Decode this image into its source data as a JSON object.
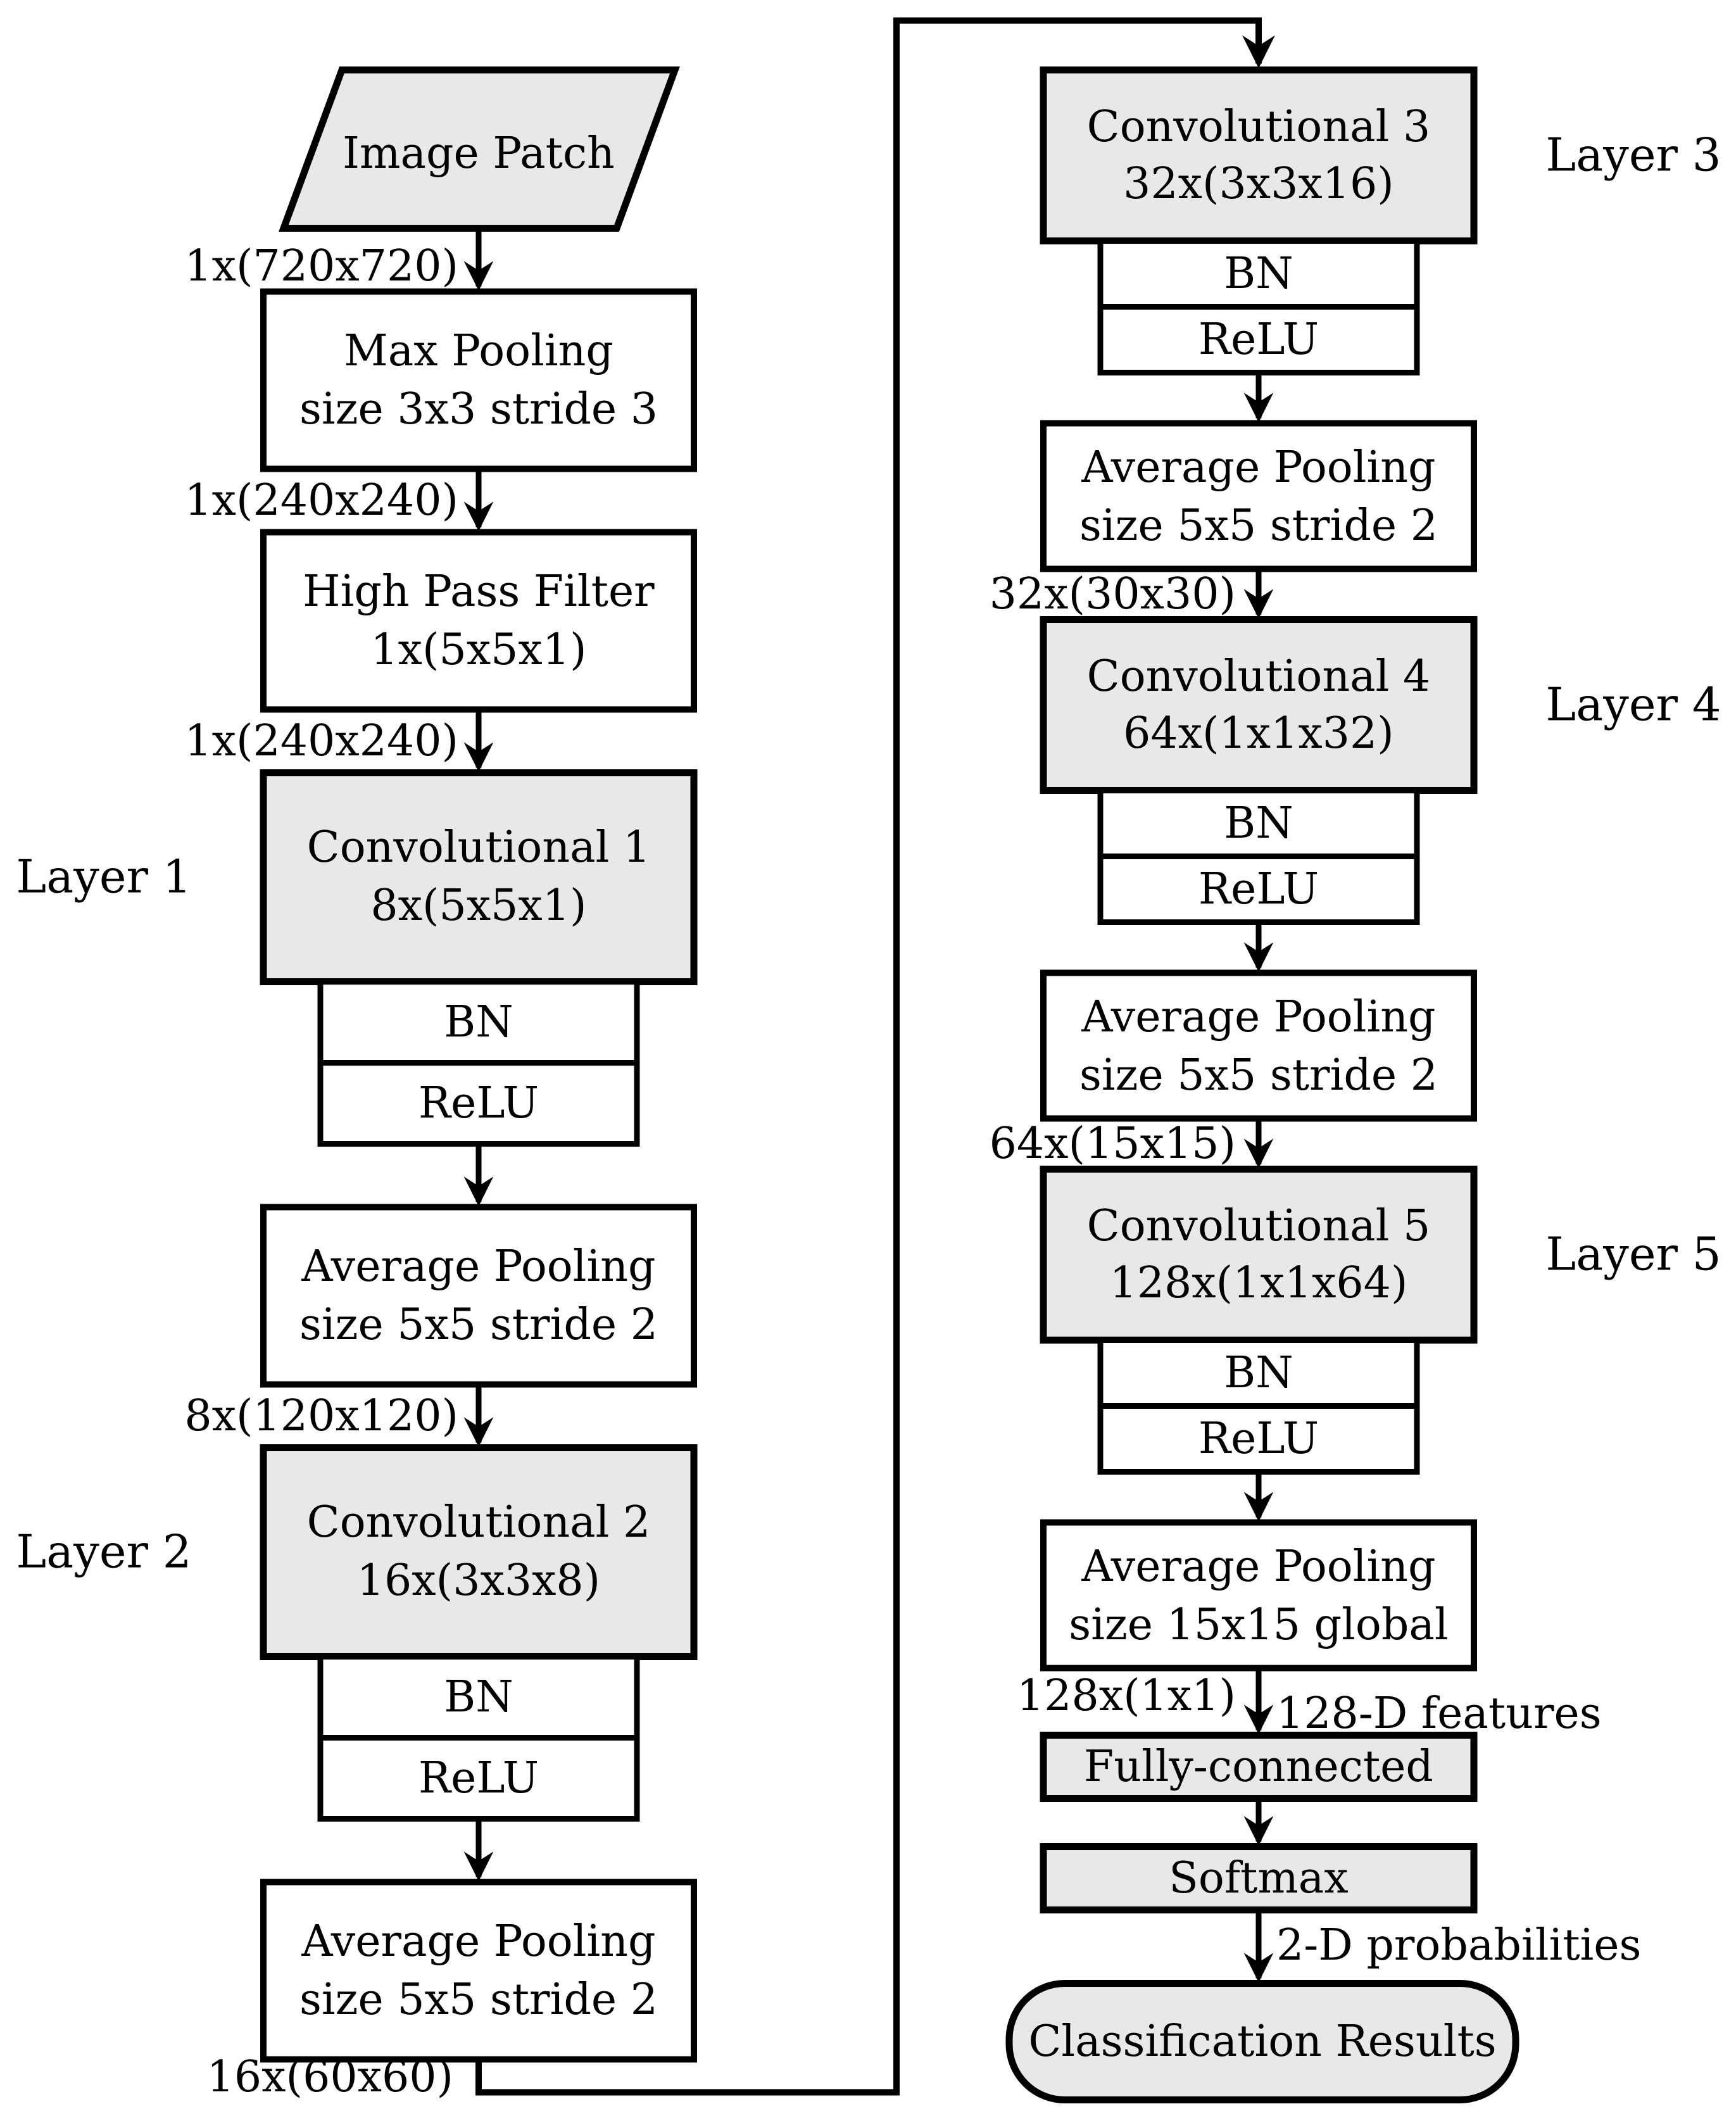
{
  "colors": {
    "background": "#ffffff",
    "box_fill_gray": "#e8e8e8",
    "box_fill_white": "#ffffff",
    "stroke": "#000000",
    "text": "#000000"
  },
  "left_column": {
    "input_label": "Image Patch",
    "edge_labels": {
      "input": "1x(720x720)",
      "after_maxpool": "1x(240x240)",
      "after_hpf": "1x(240x240)",
      "after_pool1": "8x(120x120)",
      "after_pool2": "16x(60x60)"
    },
    "blocks": {
      "max_pooling": {
        "line1": "Max Pooling",
        "line2": "size 3x3 stride 3"
      },
      "high_pass": {
        "line1": "High Pass Filter",
        "line2": "1x(5x5x1)"
      },
      "conv1": {
        "line1": "Convolutional 1",
        "line2": "8x(5x5x1)",
        "layer_label": "Layer 1",
        "bn": "BN",
        "relu": "ReLU"
      },
      "pool1": {
        "line1": "Average Pooling",
        "line2": "size 5x5 stride 2"
      },
      "conv2": {
        "line1": "Convolutional 2",
        "line2": "16x(3x3x8)",
        "layer_label": "Layer 2",
        "bn": "BN",
        "relu": "ReLU"
      },
      "pool2": {
        "line1": "Average Pooling",
        "line2": "size 5x5 stride 2"
      }
    }
  },
  "right_column": {
    "edge_labels": {
      "after_pool3": "32x(30x30)",
      "after_pool4": "64x(15x15)",
      "after_pool_global": "128x(1x1)",
      "features": "128-D features",
      "probabilities": "2-D probabilities"
    },
    "blocks": {
      "conv3": {
        "line1": "Convolutional 3",
        "line2": "32x(3x3x16)",
        "layer_label": "Layer 3",
        "bn": "BN",
        "relu": "ReLU"
      },
      "pool3": {
        "line1": "Average Pooling",
        "line2": "size 5x5 stride 2"
      },
      "conv4": {
        "line1": "Convolutional 4",
        "line2": "64x(1x1x32)",
        "layer_label": "Layer 4",
        "bn": "BN",
        "relu": "ReLU"
      },
      "pool4": {
        "line1": "Average Pooling",
        "line2": "size 5x5 stride 2"
      },
      "conv5": {
        "line1": "Convolutional 5",
        "line2": "128x(1x1x64)",
        "layer_label": "Layer 5",
        "bn": "BN",
        "relu": "ReLU"
      },
      "pool_global": {
        "line1": "Average Pooling",
        "line2": "size 15x15 global"
      },
      "fully_connected": "Fully-connected",
      "softmax": "Softmax",
      "classification": "Classification Results"
    }
  }
}
